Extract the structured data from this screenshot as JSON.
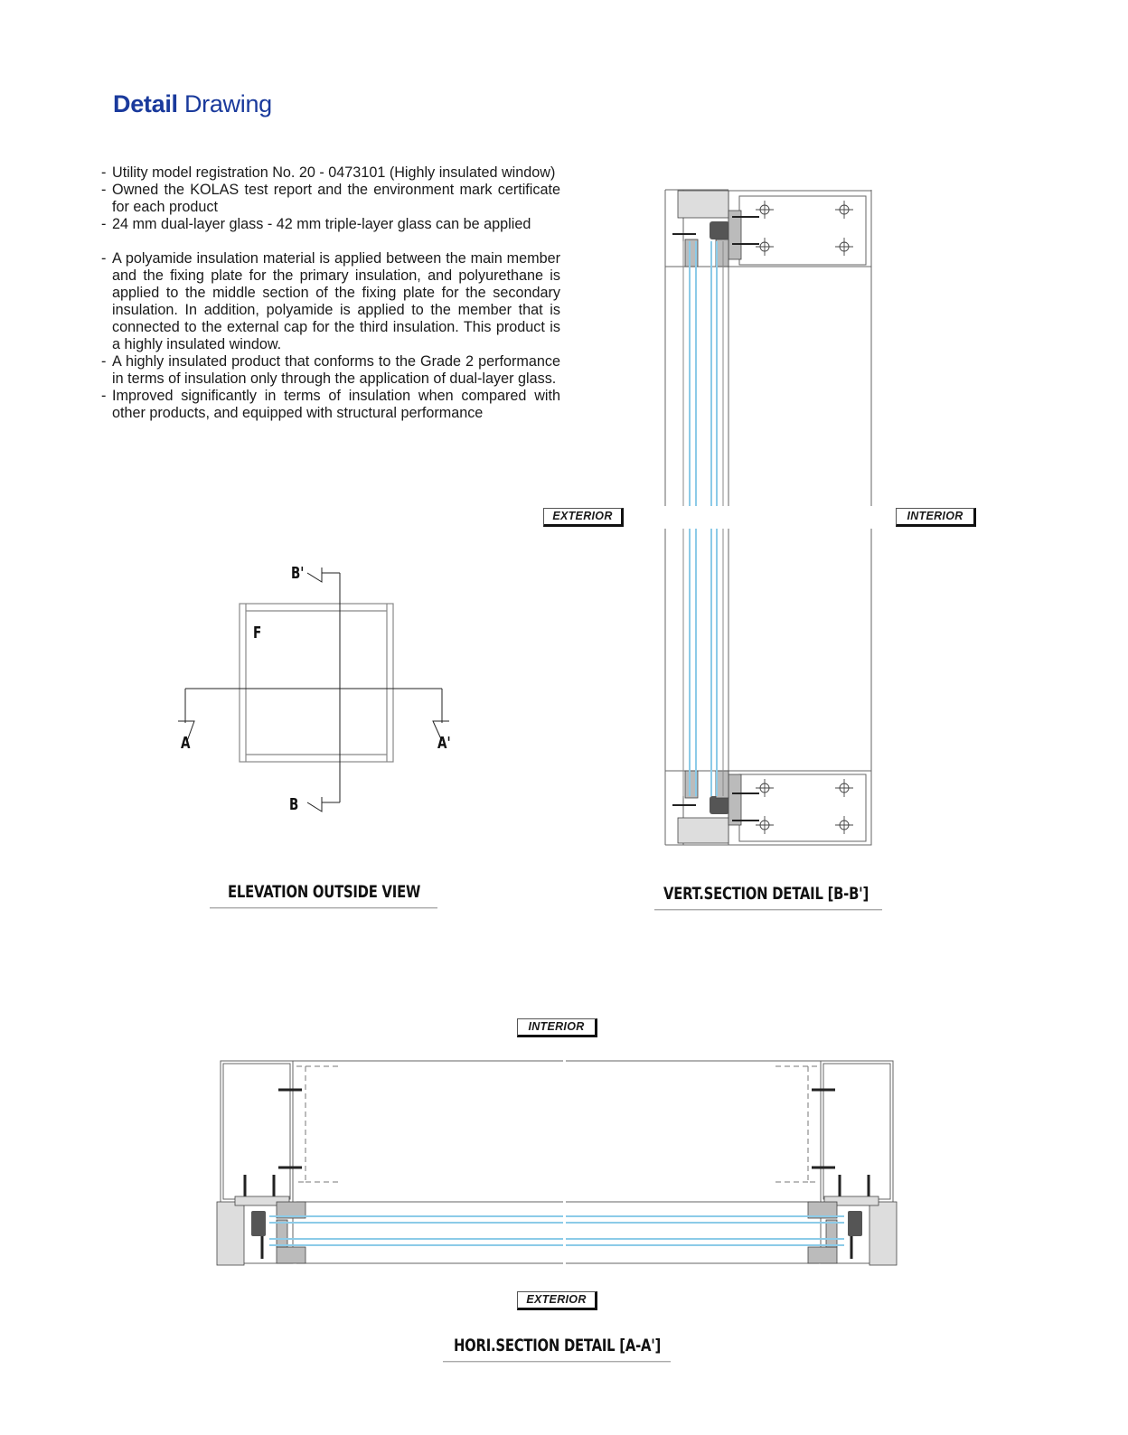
{
  "header": {
    "title_bold": "Detail",
    "title_regular": "Drawing",
    "title_color": "#1a3a9c"
  },
  "bullets": [
    "Utility model registration No. 20 - 0473101 (Highly insulated window)",
    "Owned the KOLAS test report and the environment mark certificate for each product",
    "24 mm dual-layer glass - 42 mm triple-layer glass can be applied",
    "A polyamide insulation material is applied between the main member and the fixing plate for the primary insulation, and polyurethane is applied to the middle section of the fixing plate for the secondary insulation. In addition, polyamide is applied to the member that is connected to the external cap for the third insulation. This product is a highly insulated window.",
    "A highly insulated product that conforms to the Grade 2 performance in terms of insulation only through the application of dual-layer glass.",
    "Improved significantly in terms of insulation when compared with other products, and equipped with structural performance"
  ],
  "elevation": {
    "caption": "ELEVATION OUTSIDE VIEW",
    "panel_label": "F",
    "section_labels": {
      "a": "A",
      "a_prime": "A'",
      "b": "B",
      "b_prime": "B'"
    }
  },
  "vertical_section": {
    "caption": "VERT.SECTION DETAIL [B-B']",
    "left_tag": "EXTERIOR",
    "right_tag": "INTERIOR"
  },
  "horizontal_section": {
    "caption": "HORI.SECTION DETAIL [A-A']",
    "top_tag": "INTERIOR",
    "bottom_tag": "EXTERIOR"
  },
  "colors": {
    "glass_line": "#8ccbe8",
    "drawing_line": "#555555"
  }
}
